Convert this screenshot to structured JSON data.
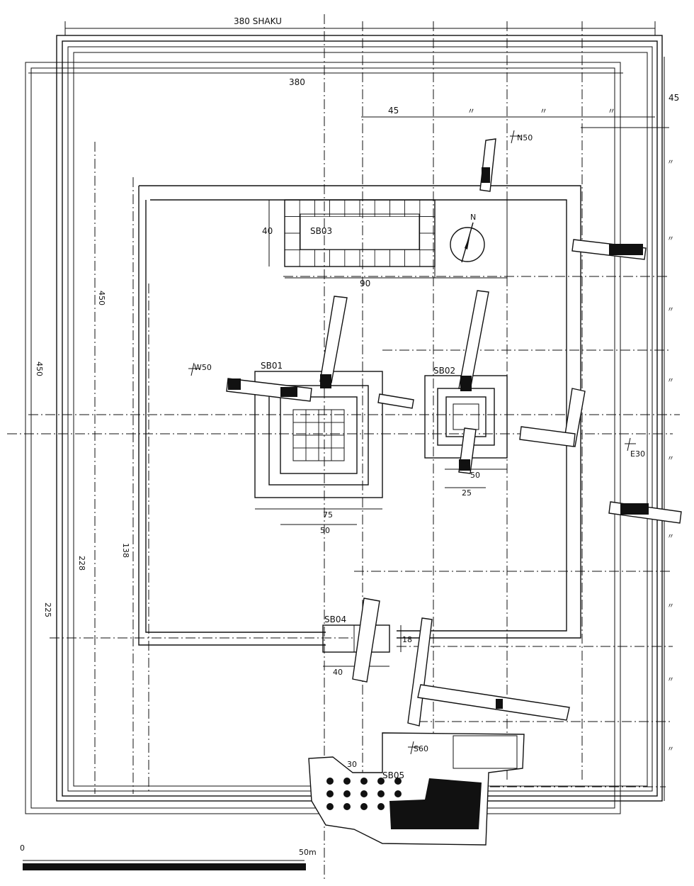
{
  "plan": {
    "overall_span_label": "380 SHAKU",
    "inner_width_label": "380",
    "grid_module_label": "45",
    "ditto_mark": "〃",
    "right_margin_label": "45",
    "compass_label": "N",
    "buildings": {
      "sb01": "SB01",
      "sb02": "SB02",
      "sb03": "SB03",
      "sb04": "SB04",
      "sb05": "SB05"
    },
    "grid_markers": {
      "n50": "N50",
      "w50": "W50",
      "e30": "E30",
      "s60": "S60"
    },
    "dimensions": {
      "sb03_depth": "40",
      "sb03_width": "90",
      "sb01_outer": "75",
      "sb01_inner": "50",
      "sb02_outer": "50",
      "sb02_inner": "25",
      "sb04_depth": "18",
      "sb04_width": "40",
      "sb05_offset": "30",
      "left_450": "450",
      "inner_450": "450",
      "left_228": "228",
      "left_225": "225",
      "left_138": "138"
    },
    "scale_bar": {
      "start": "0",
      "end": "50m"
    }
  }
}
